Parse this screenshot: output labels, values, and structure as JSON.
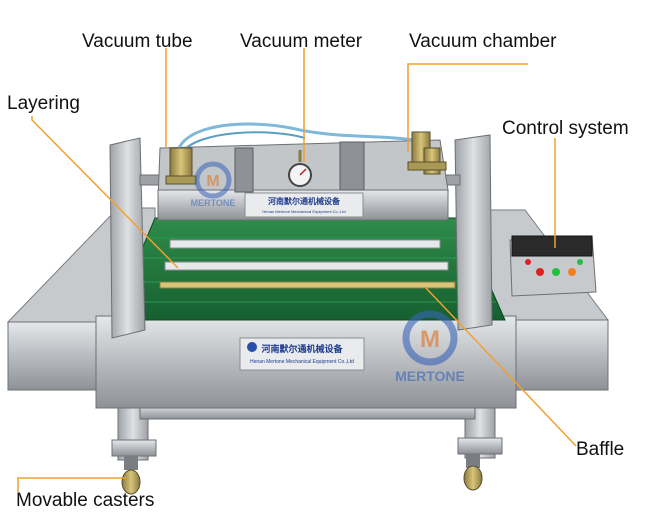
{
  "labels": {
    "vacuum_tube": "Vacuum tube",
    "vacuum_meter": "Vacuum meter",
    "vacuum_chamber": "Vacuum chamber",
    "layering": "Layering",
    "control_system": "Control system",
    "baffle": "Baffle",
    "movable_casters": "Movable casters"
  },
  "machine": {
    "chinese_plate_top": "河南默尔通机械设备",
    "english_plate_top": "Henan Mertone Mechanical Equipment Co.,Ltd",
    "chinese_plate_front": "河南默尔通机械设备",
    "english_plate_front": "Henan Mertone Mechanical Equipment Co.,Ltd",
    "watermark_text": "MERTONE",
    "watermark_text_top": "MERTONE"
  },
  "colors": {
    "leader_line": "#f0a030",
    "steel_light": "#d4d6d8",
    "steel_mid": "#a9adb1",
    "steel_dark": "#6c7075",
    "belt_green": "#1f7a3a",
    "control_panel": "#2a2a2a"
  }
}
